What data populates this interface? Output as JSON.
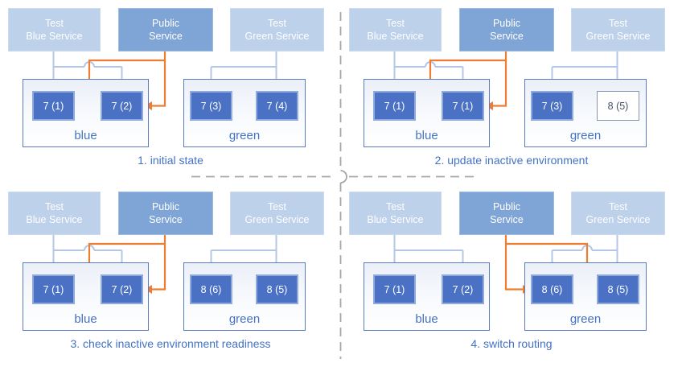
{
  "colors": {
    "accent_blue": "#4472c4",
    "arrow_light_blue": "#b4c7e7",
    "service_light_fill": "#bdd1ea",
    "service_public_fill": "#7fa5d6",
    "pod_fill": "#4a71c4",
    "pod_border": "#8faadc",
    "new_pod_border": "#8496b0",
    "new_pod_text": "#44546a",
    "routing_orange": "#ed7d31",
    "divider_gray": "#a6a6a6"
  },
  "panels": [
    {
      "caption": "1. initial state",
      "services": {
        "test_blue": "Test\nBlue Service",
        "public": "Public\nService",
        "test_green": "Test\nGreen Service"
      },
      "environments": {
        "blue": {
          "label": "blue",
          "pods": [
            {
              "label": "7 (1)",
              "state": "active"
            },
            {
              "label": "7 (2)",
              "state": "active"
            }
          ]
        },
        "green": {
          "label": "green",
          "pods": [
            {
              "label": "7 (3)",
              "state": "active"
            },
            {
              "label": "7 (4)",
              "state": "active"
            }
          ]
        }
      },
      "public_routes_to": "blue"
    },
    {
      "caption": "2. update inactive environment",
      "services": {
        "test_blue": "Test\nBlue Service",
        "public": "Public\nService",
        "test_green": "Test\nGreen Service"
      },
      "environments": {
        "blue": {
          "label": "blue",
          "pods": [
            {
              "label": "7 (1)",
              "state": "active"
            },
            {
              "label": "7 (1)",
              "state": "active"
            }
          ]
        },
        "green": {
          "label": "green",
          "pods": [
            {
              "label": "7 (3)",
              "state": "active"
            },
            {
              "label": "8 (5)",
              "state": "new"
            }
          ]
        }
      },
      "public_routes_to": "blue"
    },
    {
      "caption": "3. check inactive environment readiness",
      "services": {
        "test_blue": "Test\nBlue Service",
        "public": "Public\nService",
        "test_green": "Test\nGreen Service"
      },
      "environments": {
        "blue": {
          "label": "blue",
          "pods": [
            {
              "label": "7 (1)",
              "state": "active"
            },
            {
              "label": "7 (2)",
              "state": "active"
            }
          ]
        },
        "green": {
          "label": "green",
          "pods": [
            {
              "label": "8 (6)",
              "state": "active"
            },
            {
              "label": "8 (5)",
              "state": "active"
            }
          ]
        }
      },
      "public_routes_to": "blue"
    },
    {
      "caption": "4. switch routing",
      "services": {
        "test_blue": "Test\nBlue Service",
        "public": "Public\nService",
        "test_green": "Test\nGreen Service"
      },
      "environments": {
        "blue": {
          "label": "blue",
          "pods": [
            {
              "label": "7 (1)",
              "state": "active"
            },
            {
              "label": "7 (2)",
              "state": "active"
            }
          ]
        },
        "green": {
          "label": "green",
          "pods": [
            {
              "label": "8 (6)",
              "state": "active"
            },
            {
              "label": "8 (5)",
              "state": "active"
            }
          ]
        }
      },
      "public_routes_to": "green"
    }
  ]
}
